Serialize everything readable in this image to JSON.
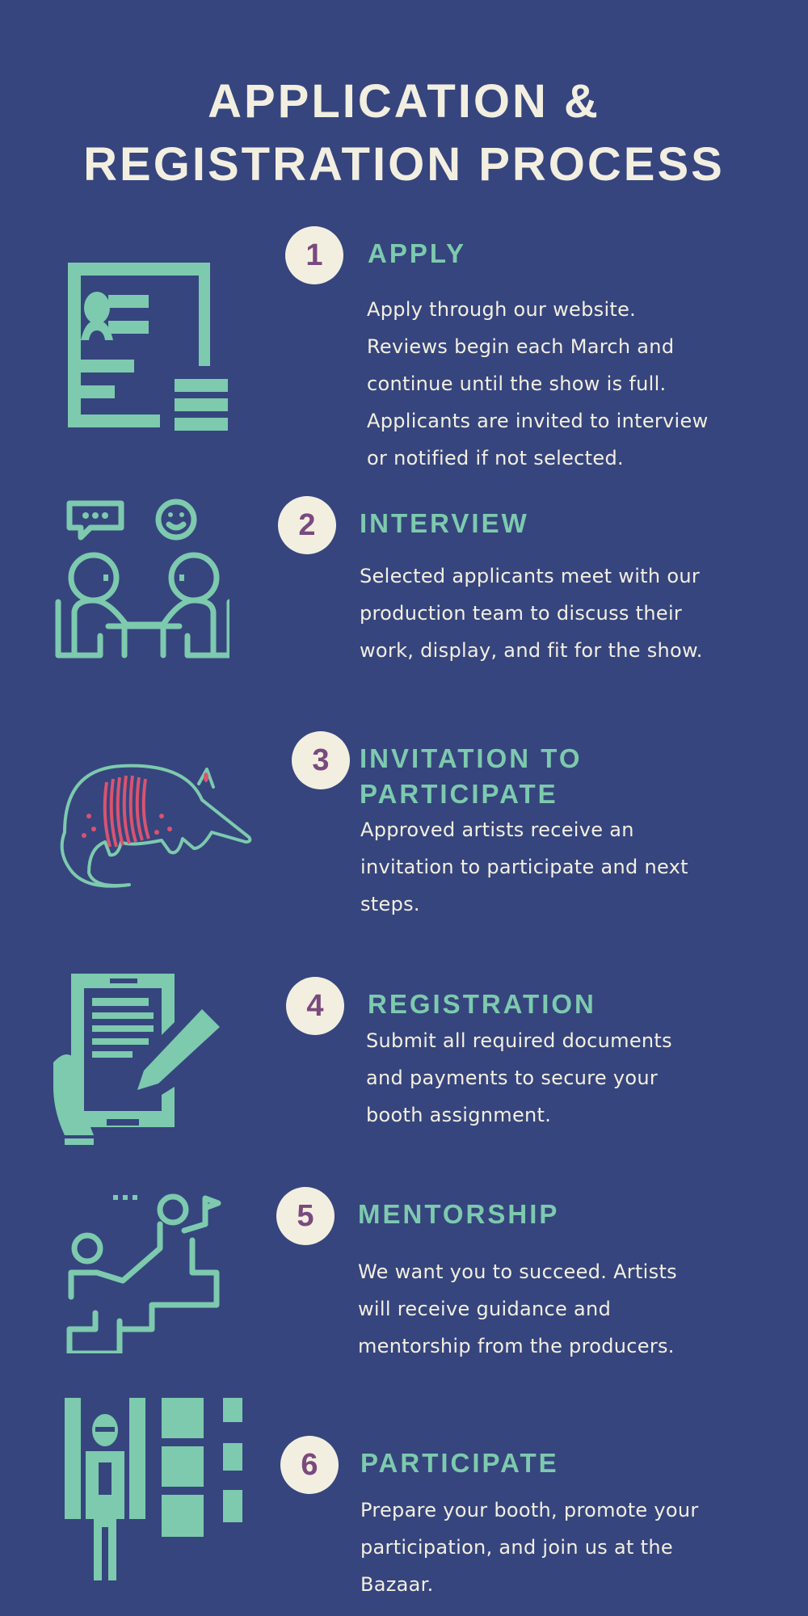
{
  "title": {
    "line1": "APPLICATION &",
    "line2": "REGISTRATION PROCESS"
  },
  "colors": {
    "background": "#36457e",
    "accent": "#7dcaae",
    "cream": "#f3efe0",
    "number": "#7a4a7e",
    "pink": "#d9536f"
  },
  "steps": [
    {
      "number": "1",
      "heading": [
        "APPLY"
      ],
      "icon": "application-form-icon",
      "body": [
        "Apply through our website.",
        "Reviews begin each March and",
        "continue until the show is full.",
        "Applicants are invited to interview",
        "or notified if not selected."
      ]
    },
    {
      "number": "2",
      "heading": [
        "INTERVIEW"
      ],
      "icon": "interview-icon",
      "body": [
        "Selected applicants meet with our",
        "production team to discuss their",
        "work, display, and fit for the show."
      ]
    },
    {
      "number": "3",
      "heading": [
        "INVITATION TO",
        "PARTICIPATE"
      ],
      "icon": "armadillo-icon",
      "body": [
        "Approved artists receive an",
        "invitation to participate and next",
        "steps."
      ]
    },
    {
      "number": "4",
      "heading": [
        "REGISTRATION"
      ],
      "icon": "tablet-signing-icon",
      "body": [
        "Submit all required documents",
        "and payments to secure your",
        "booth assignment."
      ]
    },
    {
      "number": "5",
      "heading": [
        "MENTORSHIP"
      ],
      "icon": "mentorship-icon",
      "body": [
        "We want you to succeed. Artists",
        "will receive guidance and",
        "mentorship from the producers."
      ]
    },
    {
      "number": "6",
      "heading": [
        "PARTICIPATE"
      ],
      "icon": "booth-person-icon",
      "body": [
        "Prepare your booth, promote your",
        "participation, and join us at the",
        "Bazaar."
      ]
    }
  ]
}
